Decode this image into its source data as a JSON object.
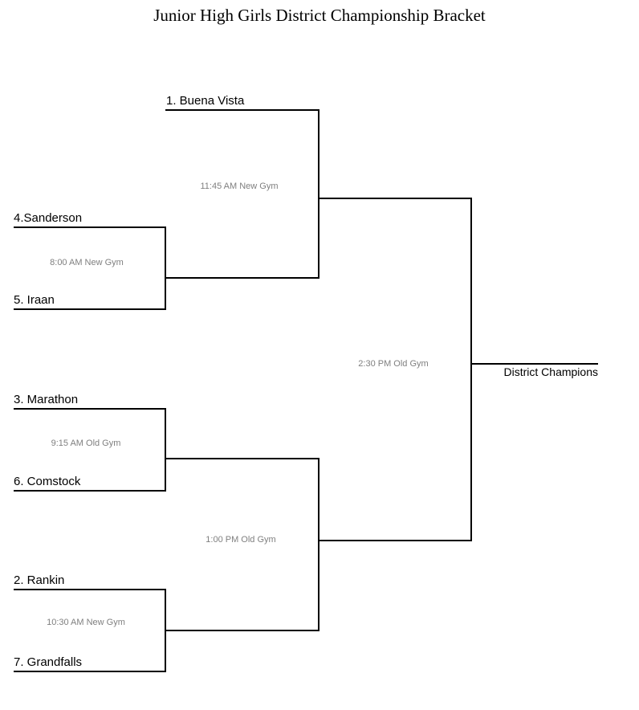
{
  "title": "Junior High Girls District Championship Bracket",
  "teams": {
    "seed1": "1. Buena Vista",
    "seed4": "4.Sanderson",
    "seed5": "5. Iraan",
    "seed3": "3. Marathon",
    "seed6": "6. Comstock",
    "seed2": "2. Rankin",
    "seed7": "7. Grandfalls"
  },
  "games": {
    "quarterfinal1": "8:00 AM New Gym",
    "quarterfinal2": "9:15 AM Old Gym",
    "quarterfinal3": "10:30 AM New Gym",
    "semifinal1": "11:45 AM New Gym",
    "semifinal2": "1:00 PM Old Gym",
    "final": "2:30 PM Old Gym"
  },
  "champion_label": "District Champions",
  "colors": {
    "line": "#000000",
    "team_text": "#000000",
    "game_time_text": "#7f7f7f",
    "background": "#ffffff"
  }
}
